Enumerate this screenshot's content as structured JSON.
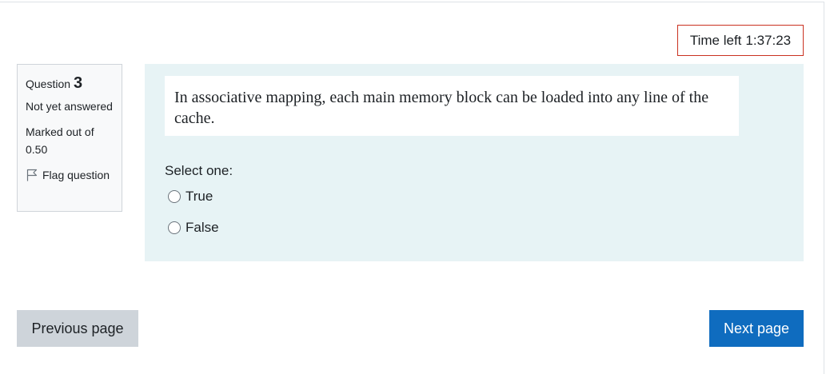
{
  "timer": {
    "label": "Time left",
    "value": "1:37:23"
  },
  "question_info": {
    "label": "Question",
    "number": "3",
    "state": "Not yet answered",
    "grade": "Marked out of 0.50",
    "flag_label": "Flag question"
  },
  "question": {
    "text": "In associative mapping, each main memory block can be loaded into any line of the cache.",
    "prompt": "Select one:",
    "options": [
      {
        "label": "True",
        "selected": false
      },
      {
        "label": "False",
        "selected": false
      }
    ]
  },
  "navigation": {
    "previous_label": "Previous page",
    "next_label": "Next page"
  },
  "colors": {
    "next_button": "#0f6cbf",
    "previous_button": "#ced4da",
    "question_background": "#e7f3f5",
    "timer_border": "#ca3120"
  }
}
